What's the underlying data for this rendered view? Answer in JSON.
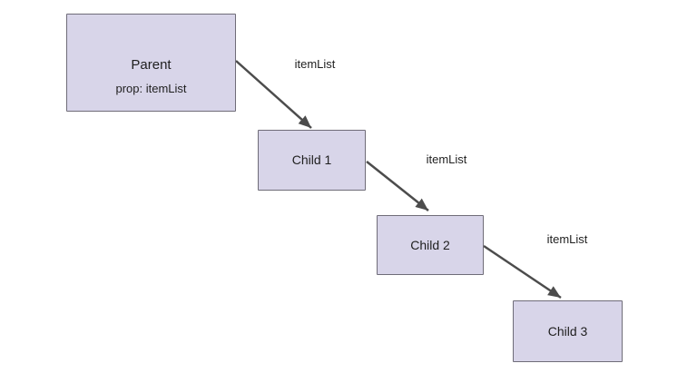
{
  "diagram": {
    "nodes": [
      {
        "id": "parent",
        "label": "Parent",
        "sublabel": "prop: itemList"
      },
      {
        "id": "child-1",
        "label": "Child 1"
      },
      {
        "id": "child-2",
        "label": "Child 2"
      },
      {
        "id": "child-3",
        "label": "Child 3"
      }
    ],
    "edges": [
      {
        "from": "parent",
        "to": "child-1",
        "label": "itemList"
      },
      {
        "from": "child-1",
        "to": "child-2",
        "label": "itemList"
      },
      {
        "from": "child-2",
        "to": "child-3",
        "label": "itemList"
      }
    ],
    "colors": {
      "node_fill": "#d8d5e9",
      "node_border": "#6f6c78",
      "arrow": "#4c4c4c",
      "text": "#1f1f1f",
      "background": "#ffffff"
    }
  }
}
